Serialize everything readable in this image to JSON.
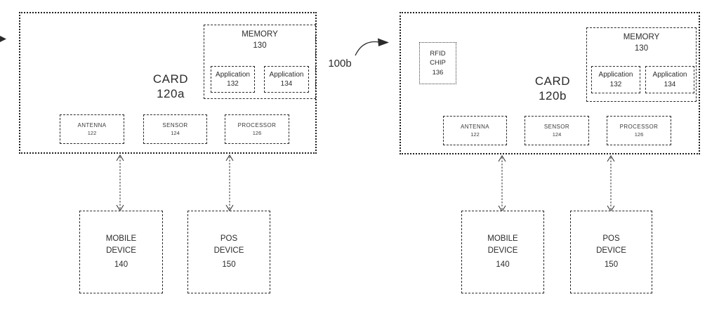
{
  "diagram": {
    "figure_ref": "100b",
    "cards": [
      {
        "title": "CARD",
        "ref": "120a",
        "memory": {
          "title": "MEMORY",
          "ref": "130",
          "applications": [
            {
              "title": "Application",
              "ref": "132"
            },
            {
              "title": "Application",
              "ref": "134"
            }
          ]
        },
        "components": [
          {
            "title": "ANTENNA",
            "ref": "122"
          },
          {
            "title": "SENSOR",
            "ref": "124"
          },
          {
            "title": "PROCESSOR",
            "ref": "126"
          }
        ],
        "devices": [
          {
            "name_line1": "MOBILE",
            "name_line2": "DEVICE",
            "ref": "140"
          },
          {
            "name_line1": "POS",
            "name_line2": "DEVICE",
            "ref": "150"
          }
        ]
      },
      {
        "title": "CARD",
        "ref": "120b",
        "rfid_chip": {
          "name_line1": "RFID",
          "name_line2": "CHIP",
          "ref": "136"
        },
        "memory": {
          "title": "MEMORY",
          "ref": "130",
          "applications": [
            {
              "title": "Application",
              "ref": "132"
            },
            {
              "title": "Application",
              "ref": "134"
            }
          ]
        },
        "components": [
          {
            "title": "ANTENNA",
            "ref": "122"
          },
          {
            "title": "SENSOR",
            "ref": "124"
          },
          {
            "title": "PROCESSOR",
            "ref": "126"
          }
        ],
        "devices": [
          {
            "name_line1": "MOBILE",
            "name_line2": "DEVICE",
            "ref": "140"
          },
          {
            "name_line1": "POS",
            "name_line2": "DEVICE",
            "ref": "150"
          }
        ]
      }
    ],
    "colors": {
      "ink": "#2b2b2b",
      "background": "#ffffff"
    }
  }
}
